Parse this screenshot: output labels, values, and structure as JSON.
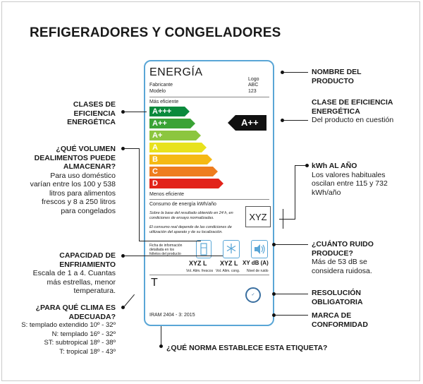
{
  "title": "REFIGERADORES Y CONGELADORES",
  "label": {
    "heading": "ENERGÍA",
    "manufacturer_label": "Fabricante",
    "model_label": "Modelo",
    "logo": "Logo",
    "manufacturer_value": "ABC",
    "model_value": "123",
    "most_efficient": "Más eficiente",
    "least_efficient": "Menos eficiente",
    "classes": [
      {
        "label": "A+++",
        "color": "#0a8a3c"
      },
      {
        "label": "A++",
        "color": "#3aa335"
      },
      {
        "label": "A+",
        "color": "#8cc63f"
      },
      {
        "label": "A",
        "color": "#e8e21d"
      },
      {
        "label": "B",
        "color": "#f5b914"
      },
      {
        "label": "C",
        "color": "#ee7d1f"
      },
      {
        "label": "D",
        "color": "#e2231a"
      }
    ],
    "selected_class": "A++",
    "consumption_label": "Consumo de energía kWh/año",
    "consumption_note": "Sobre la base del resultado obtenido en 24 h, en condiciones de ensayo normalizadas.",
    "real_note": "El consumo real depende de las condiciones de utilización del aparato y de su localización.",
    "consumption_value": "XYZ",
    "info_sheet": "Ficha de información detallada en los folletos del producto",
    "fresh_value": "XYZ L",
    "fresh_label": "Vol. Alim. frescos",
    "frozen_value": "XYZ L",
    "frozen_label": "Vol. Alim. cong.",
    "noise_value": "XY dB (A)",
    "noise_label": "Nivel de ruido",
    "climate_symbol": "T",
    "norm": "IRAM 2404 - 3: 2015"
  },
  "annotations": {
    "product_name": {
      "heading": "NOMBRE DEL PRODUCTO"
    },
    "efficiency_class": {
      "heading": "CLASE DE EFICIENCIA ENERGÉTICA",
      "text": "Del producto en cuestión"
    },
    "classes": {
      "heading": "CLASES DE EFICIENCIA ENERGÉTICA"
    },
    "volume": {
      "heading": "¿QUÉ VOLUMEN DEALIMENTOS PUEDE ALMACENAR?",
      "text": "Para uso doméstico varían entre los 100 y 538 litros para alimentos frescos y 8 a 250 litros para congelados"
    },
    "kwh": {
      "heading": "kWh AL AÑO",
      "text": "Los valores habituales oscilan entre 115 y 732 kWh/año"
    },
    "noise": {
      "heading": "¿CUÁNTO RUIDO PRODUCE?",
      "text": "Más de 53 dB se considera ruidosa."
    },
    "cooling": {
      "heading": "CAPACIDAD DE ENFRIAMIENTO",
      "text": "Escala de 1 a 4. Cuantas más estrellas, menor temperatura."
    },
    "resolution": {
      "heading": "RESOLUCIÓN OBLIGATORIA"
    },
    "conformity": {
      "heading": "MARCA DE CONFORMIDAD"
    },
    "climate": {
      "heading": "¿PARA QUÉ CLIMA ES ADECUADA?",
      "lines": [
        "S: templado extendido 10º - 32º",
        "N: templado 16º - 32º",
        "ST: subtropical 18º - 38º",
        "T: tropical 18º - 43º"
      ]
    },
    "norm": {
      "heading": "¿QUÉ NORMA ESTABLECE ESTA ETIQUETA?"
    }
  }
}
